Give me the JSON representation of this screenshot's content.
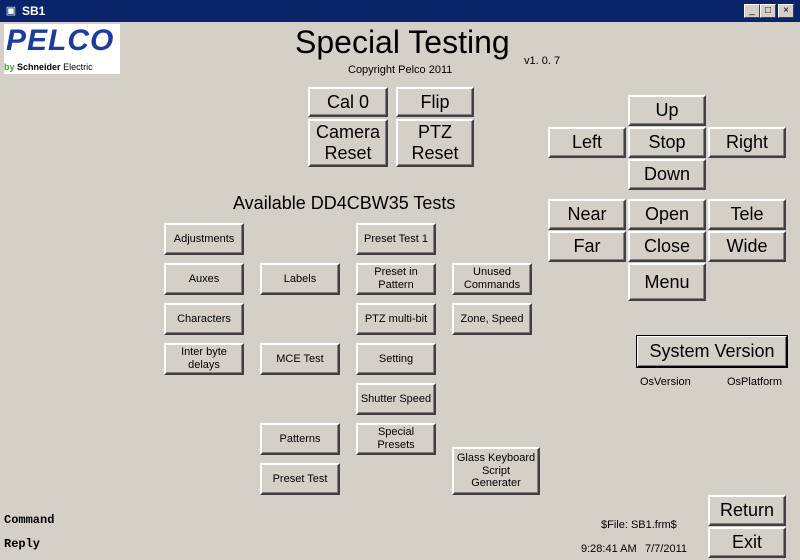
{
  "window": {
    "title": "SB1",
    "min": "_",
    "max": "□",
    "close": "×"
  },
  "logo": {
    "brand": "PELCO",
    "by": "by",
    "company_a": "Schneider",
    "company_b": "Electric"
  },
  "header": {
    "title": "Special Testing",
    "copyright": "Copyright Pelco 2011",
    "version": "v1. 0. 7"
  },
  "top_buttons": {
    "cal0": "Cal 0",
    "flip": "Flip",
    "camera_reset": "Camera\nReset",
    "ptz_reset": "PTZ\nReset"
  },
  "ptz": {
    "up": "Up",
    "left": "Left",
    "stop": "Stop",
    "right": "Right",
    "down": "Down",
    "near": "Near",
    "open": "Open",
    "tele": "Tele",
    "far": "Far",
    "close": "Close",
    "wide": "Wide",
    "menu": "Menu"
  },
  "tests": {
    "heading": "Available DD4CBW35 Tests",
    "adjustments": "Adjustments",
    "auxes": "Auxes",
    "characters": "Characters",
    "inter_byte": "Inter byte\ndelays",
    "labels": "Labels",
    "mce_test": "MCE Test",
    "patterns": "Patterns",
    "preset_test": "Preset Test",
    "preset_test_1": "Preset Test 1",
    "preset_in_pattern": "Preset in\nPattern",
    "ptz_multibit": "PTZ multi-bit",
    "setting": "Setting",
    "shutter_speed": "Shutter Speed",
    "special_presets": "Special\nPresets",
    "unused_commands": "Unused\nCommands",
    "zone_speed": "Zone, Speed",
    "glass_keyboard": "Glass Keyboard\nScript Generater"
  },
  "system": {
    "button": "System Version",
    "os_version": "OsVersion",
    "os_platform": "OsPlatform"
  },
  "footer": {
    "file": "$File: SB1.frm$",
    "time": "9:28:41 AM",
    "date": "7/7/2011",
    "command": "Command",
    "reply": "Reply",
    "return": "Return",
    "exit": "Exit"
  }
}
